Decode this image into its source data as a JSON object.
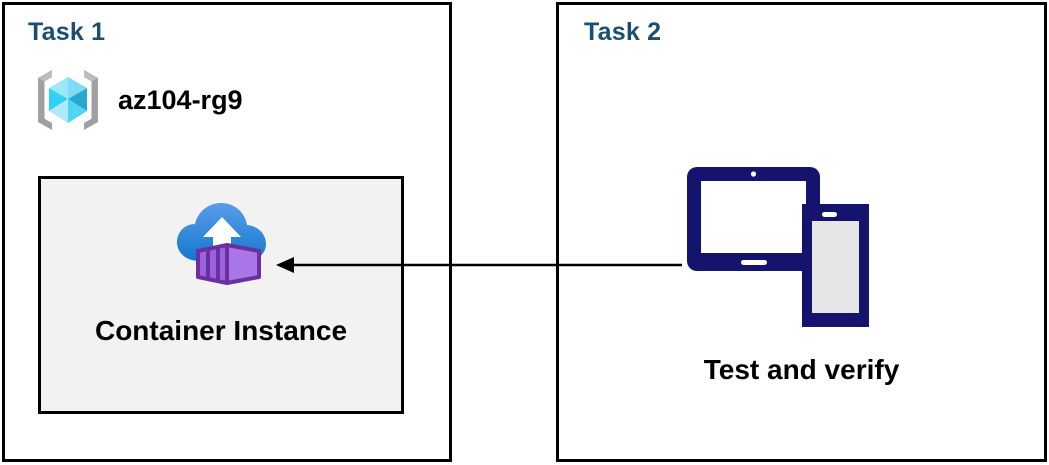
{
  "diagram": {
    "background": "#ffffff",
    "panel_border_color": "#000000",
    "title_color": "#1b4f72",
    "panels": [
      {
        "id": "task1",
        "title": "Task 1",
        "resource_group": {
          "icon": "resource-group-icon",
          "label": "az104-rg9",
          "icon_colors": {
            "bracket": "#a0a0a0",
            "cube_top_left": "#9ce8fb",
            "cube_top_right": "#7fdcf7",
            "cube_left": "#31d2f5",
            "cube_right": "#28a8cc",
            "cube_bottom_left": "#aeeafc",
            "cube_bottom_right": "#4fd4f2"
          }
        },
        "node": {
          "id": "container-instance",
          "icon": "container-instance-icon",
          "label": "Container Instance",
          "fill": "#f2f2f2",
          "border": "#000000",
          "icon_colors": {
            "cloud_top": "#5b9bea",
            "cloud_bottom": "#1279ce",
            "arrow": "#ffffff",
            "container_front": "#a876e8",
            "container_side": "#9a63de",
            "container_outline": "#6b2fa0"
          }
        }
      },
      {
        "id": "task2",
        "title": "Task 2",
        "node": {
          "id": "test-and-verify",
          "icon": "devices-icon",
          "label": "Test and verify",
          "icon_colors": {
            "device_body": "#14146e",
            "tablet_screen": "#ffffff",
            "phone_screen": "#e6e6e6"
          }
        }
      }
    ],
    "connector": {
      "id": "verify-to-container-arrow",
      "name": "arrow-left",
      "color": "#000000",
      "direction": "left",
      "from": "test-and-verify",
      "to": "container-instance"
    }
  }
}
